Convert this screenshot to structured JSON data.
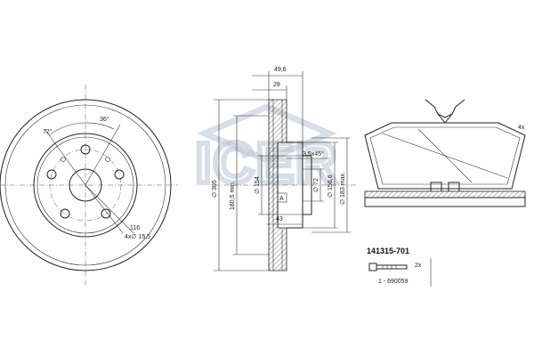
{
  "brand": "ICER",
  "kit": {
    "part_number": "141315-701",
    "bolt_quantity": "2x",
    "bolt_ref": "1 - 690059",
    "pad_quantity": "4x"
  },
  "disc_front": {
    "angle_pcd": "72°",
    "angle_hole": "36°",
    "dim_116": "116",
    "dim_4x": "4x∅ 15,5"
  },
  "disc_section": {
    "overall_thickness": "49,6",
    "disc_thickness": "28",
    "chamfer": "3,5x45°",
    "outer_diameter": "∅ 305",
    "friction_diameter": "180,5 min.",
    "d154": "∅ 154",
    "d72": "∅ 72",
    "d156": "∅ 156,6",
    "d183": "∅ 183 max.",
    "hub_height": "43",
    "datum": "A"
  },
  "colors": {
    "line": "#222222",
    "watermark": "#b9c4d6"
  }
}
